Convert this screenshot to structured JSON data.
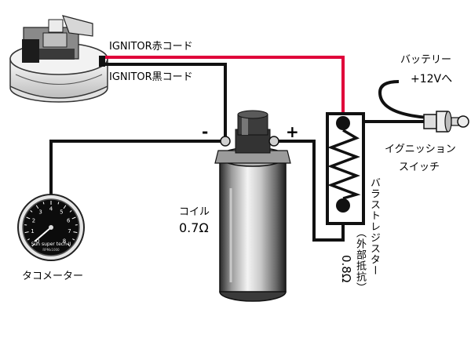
{
  "labels": {
    "ignitor_red": "IGNITOR赤コード",
    "ignitor_black": "IGNITOR黒コード",
    "battery_line1": "バッテリー",
    "battery_line2": "+12Vへ",
    "ignition_line1": "イグニッション",
    "ignition_line2": "スイッチ",
    "minus": "-",
    "plus": "+",
    "coil_name": "コイル",
    "coil_value": "0.7Ω",
    "resistor_name": "バラストレジスター",
    "resistor_note": "（外部抵抗）",
    "resistor_value": "0.8Ω",
    "tacho": "タコメーター",
    "tacho_brand": "Sun super tech II",
    "tacho_model": "RPMx1000"
  },
  "tacho_dial_numbers": [
    "0",
    "1",
    "2",
    "3",
    "4",
    "5",
    "6",
    "7",
    "8"
  ],
  "colors": {
    "red_wire": "#e0003a",
    "black_wire": "#111111"
  }
}
